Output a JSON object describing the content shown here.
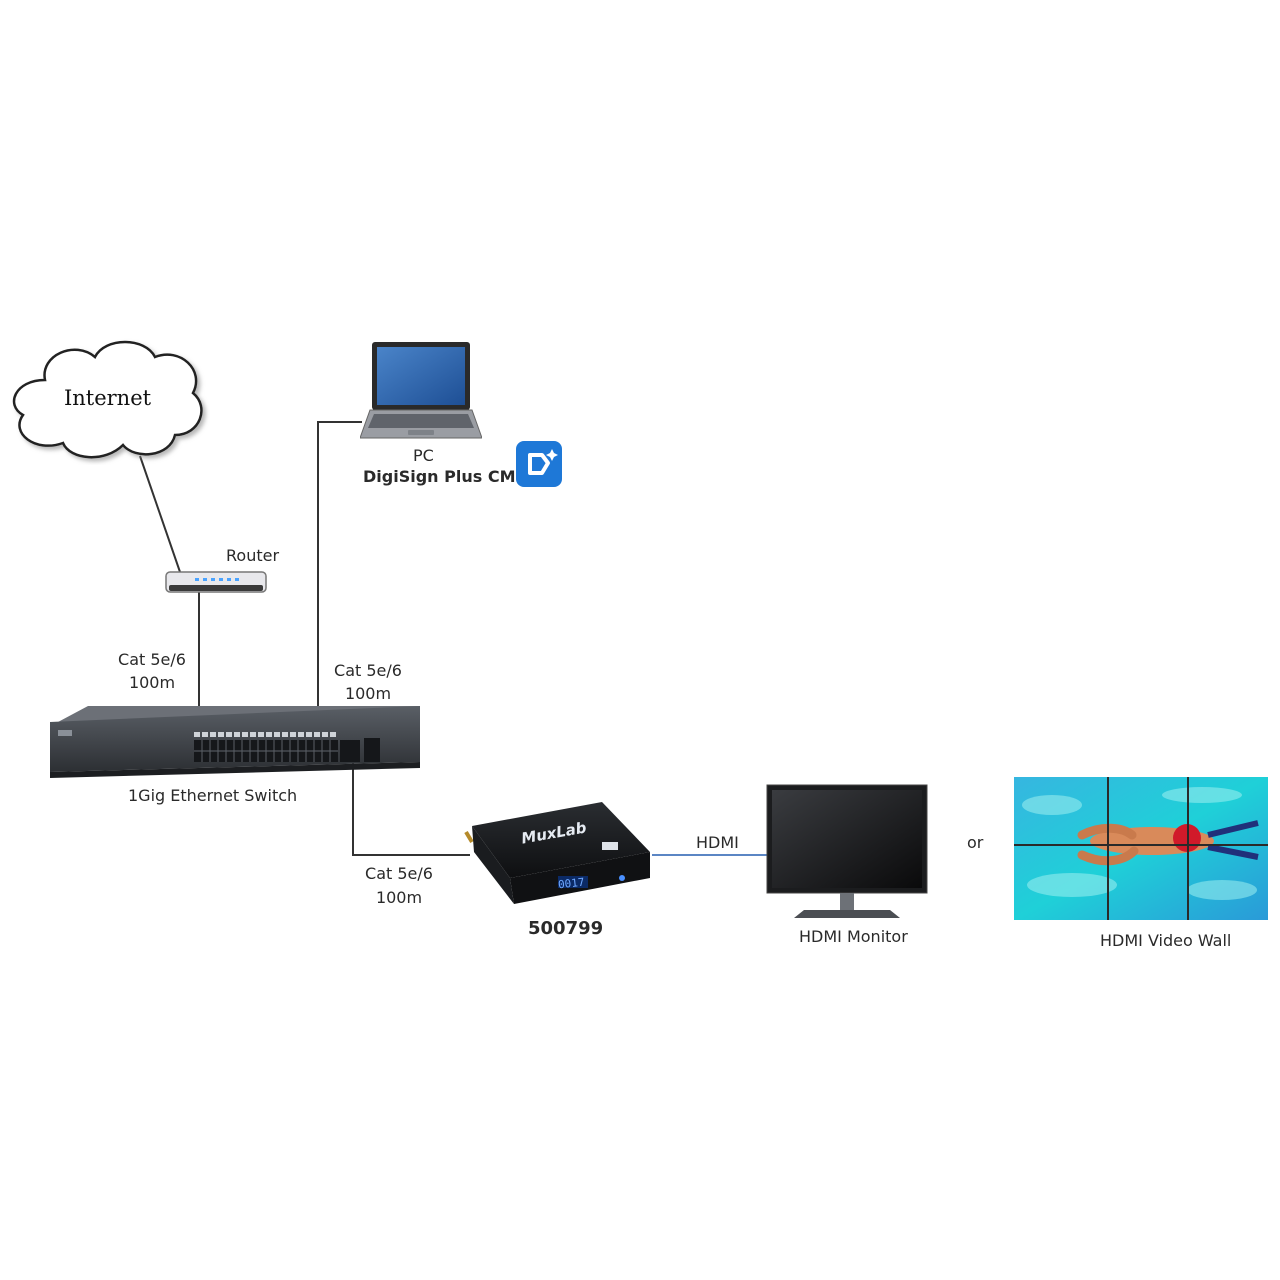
{
  "nodes": {
    "internet": "Internet",
    "router": "Router",
    "pc": "PC",
    "cms": "DigiSign Plus CMS",
    "switch": "1Gig Ethernet Switch",
    "player_model": "500799",
    "player_brand": "MuxLab",
    "player_display": "0017",
    "monitor": "HDMI Monitor",
    "videowall": "HDMI Video Wall"
  },
  "links": {
    "router_switch_cable": "Cat 5e/6",
    "router_switch_length": "100m",
    "pc_switch_cable": "Cat 5e/6",
    "pc_switch_length": "100m",
    "switch_player_cable": "Cat 5e/6",
    "switch_player_length": "100m",
    "player_display_link": "HDMI",
    "alternative": "or"
  },
  "colors": {
    "cable": "#333333",
    "hdmi_link": "#5b86c4",
    "cms_icon": "#1e78d7"
  }
}
